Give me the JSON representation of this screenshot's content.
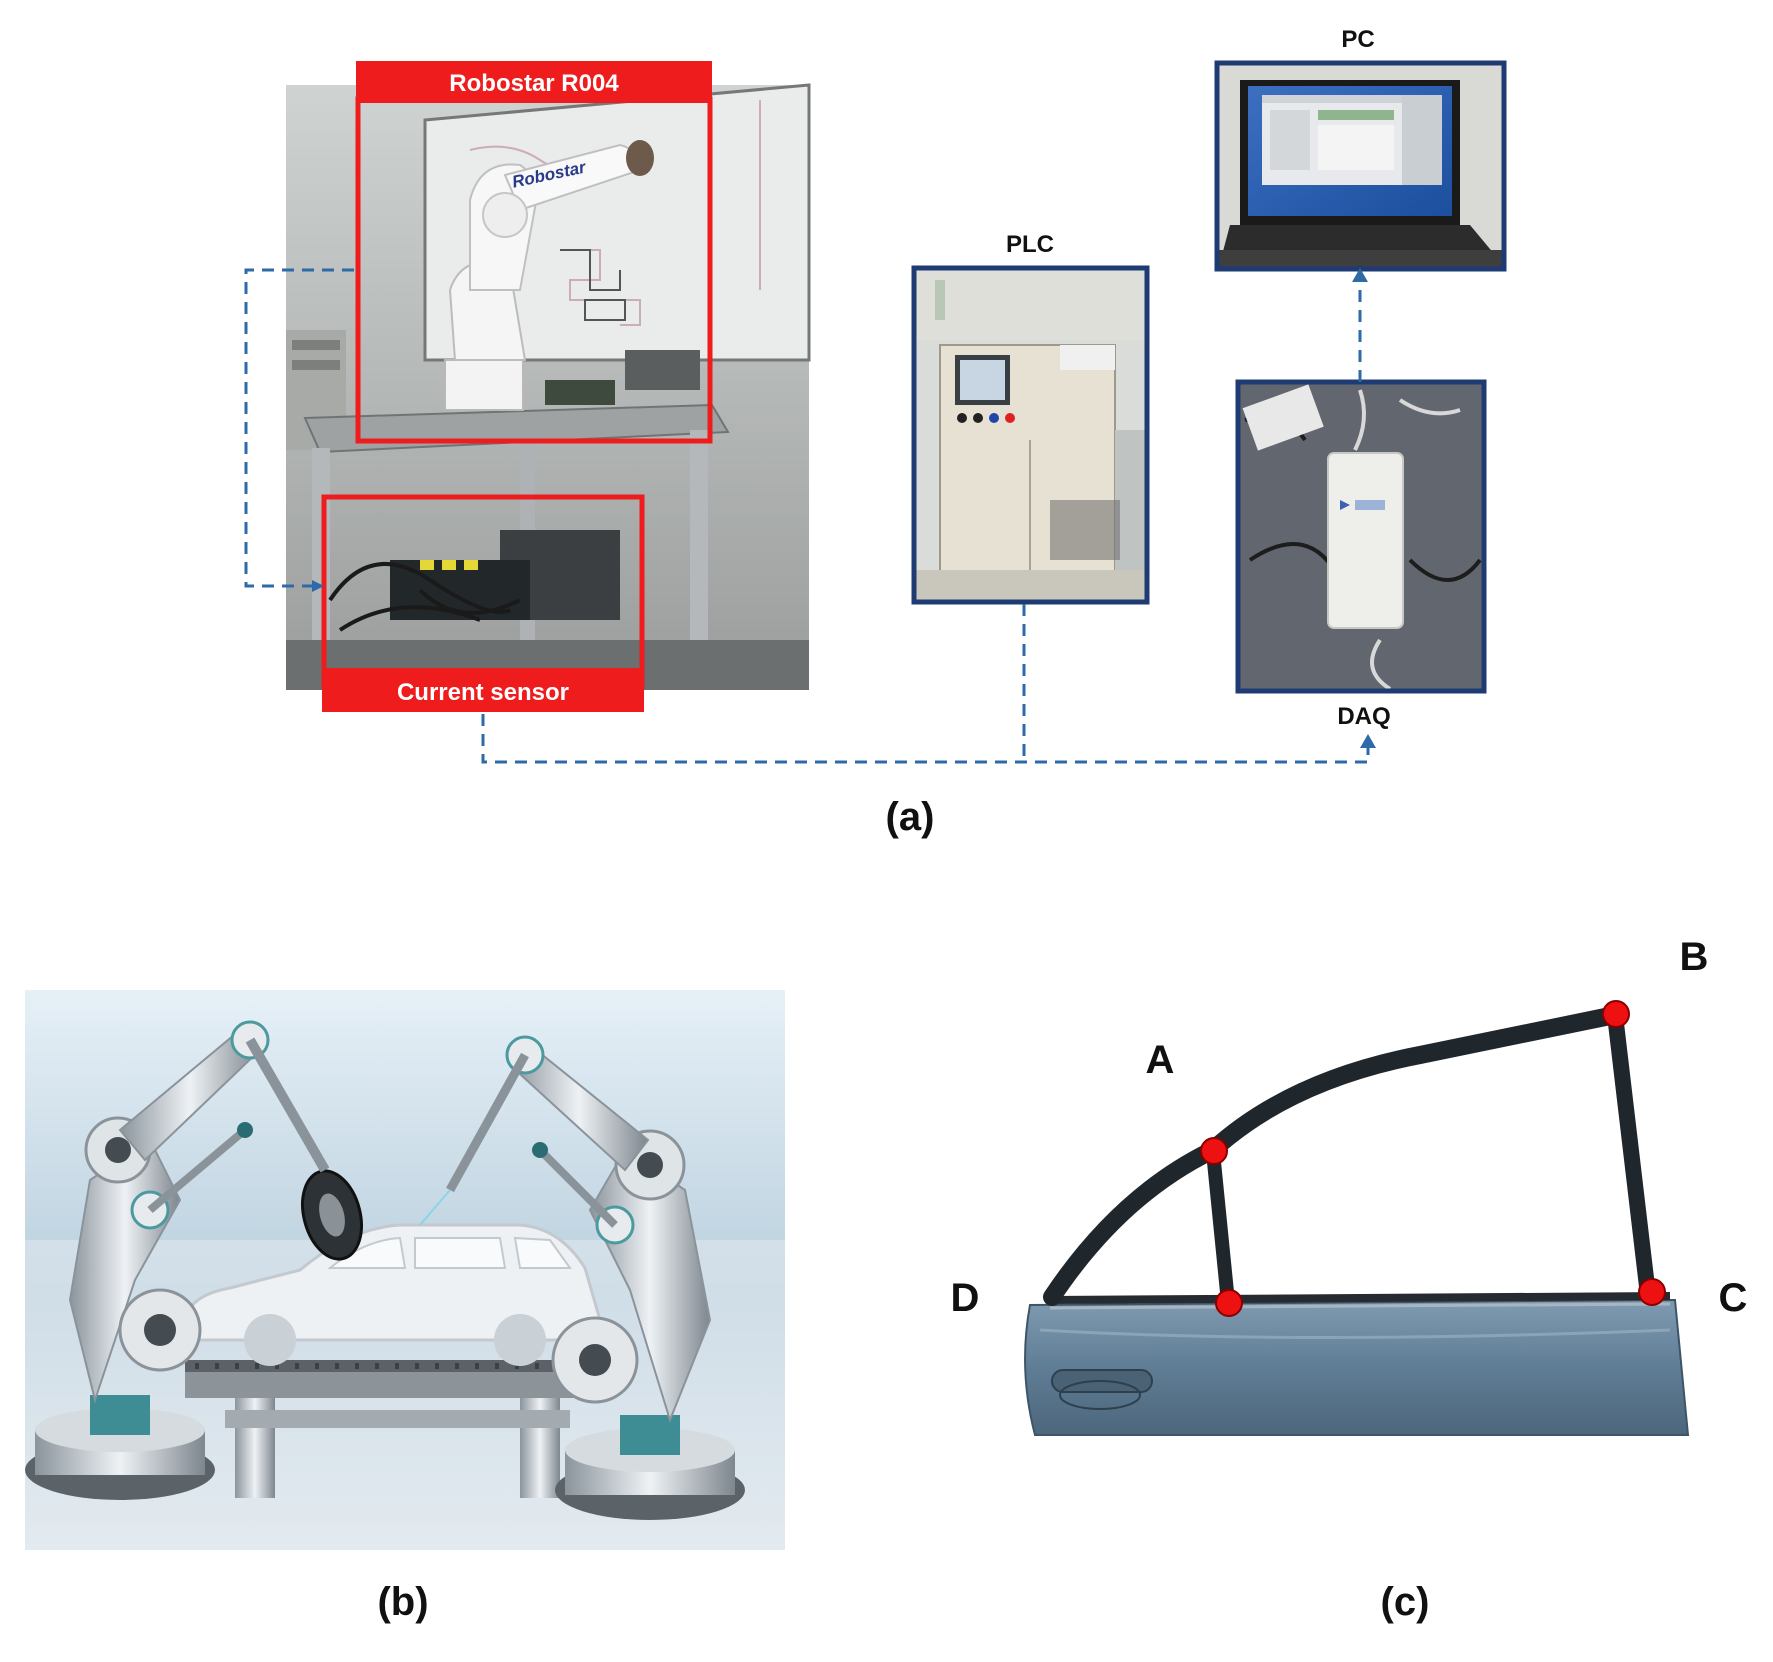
{
  "panel_a": {
    "caption": "(a)",
    "robot_label": "Robostar R004",
    "robot_brand_text": "Robostar",
    "sensor_label": "Current sensor",
    "plc_label": "PLC",
    "pc_label": "PC",
    "daq_label": "DAQ"
  },
  "panel_b": {
    "caption": "(b)"
  },
  "panel_c": {
    "caption": "(c)",
    "points": [
      {
        "label": "A"
      },
      {
        "label": "B"
      },
      {
        "label": "C"
      },
      {
        "label": "D"
      }
    ]
  },
  "colors": {
    "highlight_red": "#ee1c1c",
    "frame_navy": "#1f3b73",
    "connector_blue": "#2e6aa8",
    "marker_red": "#ee1111",
    "door_blue": "#5f7d95"
  }
}
